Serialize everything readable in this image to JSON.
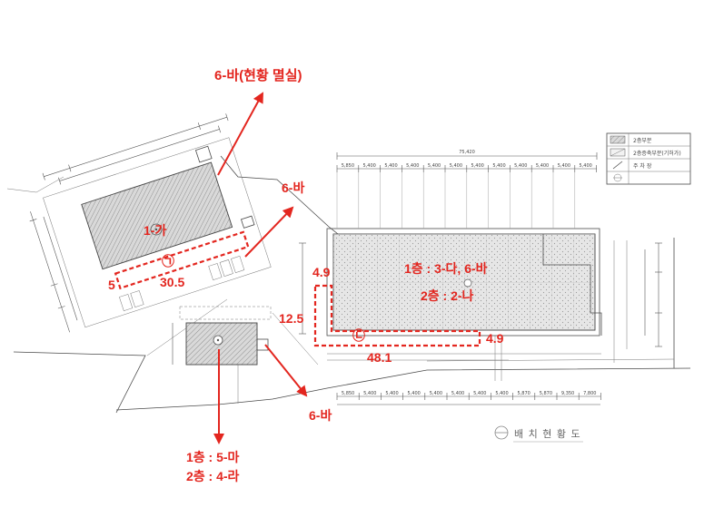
{
  "drawing": {
    "title": "배 치 현 황 도"
  },
  "annotations": {
    "arrow_top_label": "6-바(현황 멸실)",
    "arrow_mid_label": "6-바",
    "arrow_low_label": "6-바",
    "bldg_left_label": "1-가",
    "zone_a_marker": "㉠",
    "zone_a_length": "30.5",
    "zone_a_width": "5",
    "right_floor1": "1층 : 3-다, 6-바",
    "right_floor2": "2층 : 2-나",
    "zone_b_marker": "㉡",
    "zone_b_top": "4.9",
    "zone_b_side": "12.5",
    "zone_b_length": "48.1",
    "zone_b_end": "4.9",
    "lower_floor1": "1층 : 5-마",
    "lower_floor2": "2층 : 4-라"
  },
  "legend": {
    "items": [
      {
        "label": "2층부분"
      },
      {
        "label": "2층증축부분(기허가)"
      },
      {
        "label": "주 차 장"
      }
    ]
  },
  "dimensions": {
    "top_total": "75,420",
    "top": [
      "5,850",
      "5,400",
      "5,400",
      "5,400",
      "5,400",
      "5,400",
      "5,400",
      "5,400",
      "5,400",
      "5,400",
      "5,400",
      "5,400"
    ],
    "bottom": [
      "5,850",
      "5,400",
      "5,400",
      "5,400",
      "5,400",
      "5,400",
      "5,400",
      "5,400",
      "5,870",
      "5,870",
      "9,350",
      "7,800"
    ]
  },
  "colors": {
    "annotation": "#e3261f",
    "linework": "#4a4a4a"
  }
}
